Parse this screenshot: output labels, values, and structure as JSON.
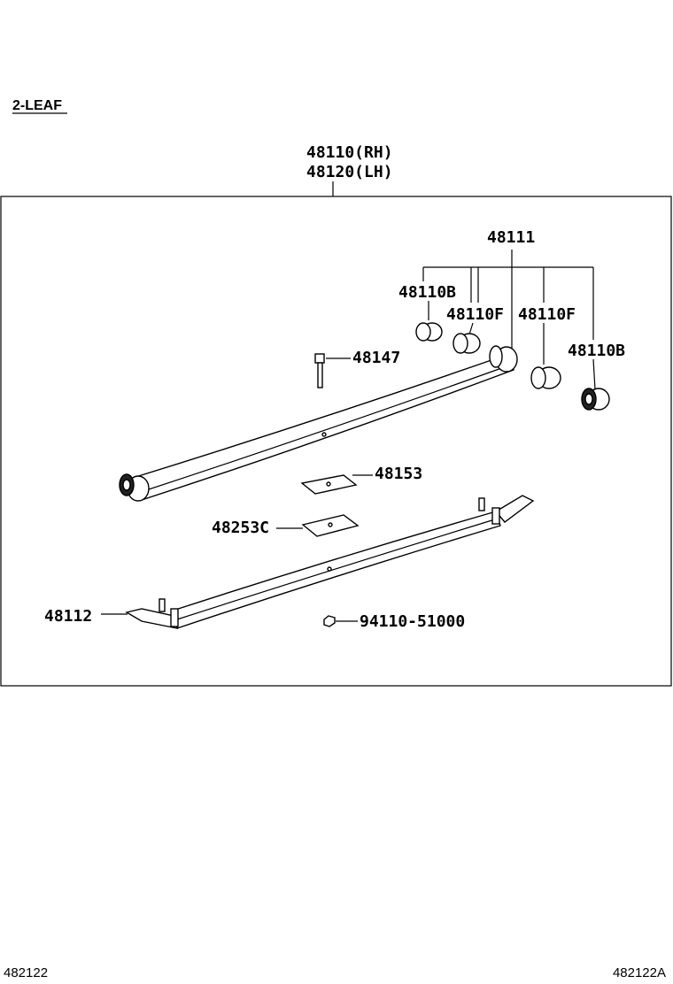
{
  "header": {
    "title": "2-LEAF"
  },
  "assembly": {
    "label_rh": "48110(RH)",
    "label_lh": "48120(LH)"
  },
  "parts": {
    "p48111": "48111",
    "p48110b_left": "48110B",
    "p48110f_left": "48110F",
    "p48110f_right": "48110F",
    "p48110b_right": "48110B",
    "p48147": "48147",
    "p48153": "48153",
    "p48253c": "48253C",
    "p48112": "48112",
    "p94110": "94110-51000"
  },
  "footer": {
    "left_code": "482122",
    "right_code": "482122A"
  }
}
